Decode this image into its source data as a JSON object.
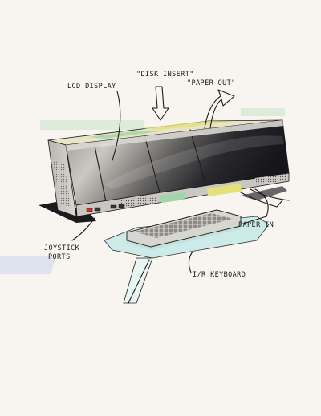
{
  "annotations": {
    "lcd_display": "LCD DISPLAY",
    "disk_insert": "\"DISK INSERT\"",
    "paper_out": "\"PAPER OUT\"",
    "paper_in": "PAPER IN",
    "joystick_ports_line1": "JOYSTICK",
    "joystick_ports_line2": "PORTS",
    "ir_keyboard": "I/R KEYBOARD"
  },
  "colors": {
    "paper": "#f8f5f0",
    "ink": "#1c1b1a",
    "screen_dark": "#1b1a1f",
    "casing": "#c9c7c2",
    "yellow_accent": "#e6e07a",
    "green_accent": "#9fd6a8",
    "cyan_accent": "#c8ebe8",
    "blue_smudge": "#8fb0e8"
  }
}
